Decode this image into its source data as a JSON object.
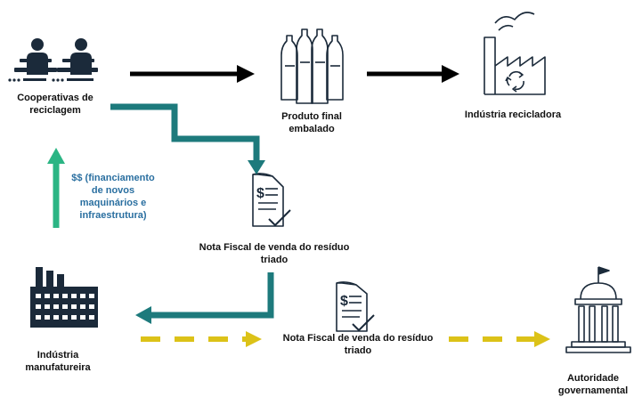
{
  "nodes": {
    "cooperativas": {
      "line1": "Cooperativas de",
      "line2": "reciclagem"
    },
    "produto": {
      "line1": "Produto final",
      "line2": "embalado"
    },
    "industria_recicladora": {
      "label": "Indústria recicladora"
    },
    "nota_fiscal_1": {
      "line1": "Nota Fiscal de venda do resíduo",
      "line2": "triado"
    },
    "nota_fiscal_2": {
      "line1": "Nota Fiscal de venda do resíduo",
      "line2": "triado"
    },
    "industria_manufatureira": {
      "line1": "Indústria",
      "line2": "manufatureira"
    },
    "autoridade": {
      "line1": "Autoridade",
      "line2": "governamental"
    }
  },
  "financing": {
    "line1": "$$ (financiamento",
    "line2": "de novos",
    "line3": "maquinários e",
    "line4": "infraestrutura)"
  },
  "icons": {
    "cooperativas": "workers-at-desk-icon",
    "produto": "bottles-icon",
    "industria_recicladora": "recycling-factory-icon",
    "nota_fiscal": "invoice-receipt-icon",
    "industria_manufatureira": "factory-building-icon",
    "autoridade": "government-building-icon"
  },
  "colors": {
    "dark_icon": "#1b2a3a",
    "black_arrow": "#000000",
    "teal_arrow": "#1d7a7c",
    "green_arrow": "#2bb584",
    "yellow_dashed": "#dcc218",
    "financing_text": "#2a6fa0"
  }
}
